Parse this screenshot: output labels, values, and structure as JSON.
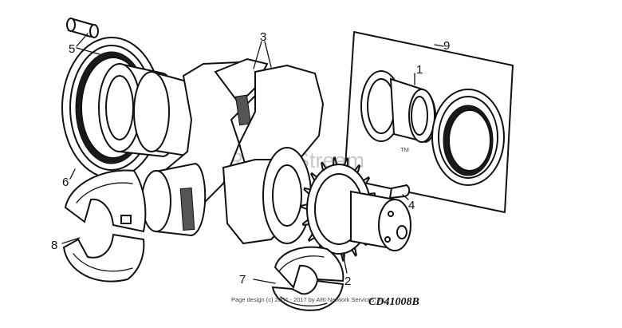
{
  "callouts": {
    "c1": "1",
    "c2": "2",
    "c3": "3",
    "c4": "4",
    "c5": "5",
    "c6": "6",
    "c7": "7",
    "c8": "8",
    "c9": "9"
  },
  "watermark": "ARI PartStream",
  "watermark_tm": "TM",
  "figure_code": "CD41008B",
  "credit": "Page design (c) 2004 - 2017 by ARI Network Services, Inc."
}
